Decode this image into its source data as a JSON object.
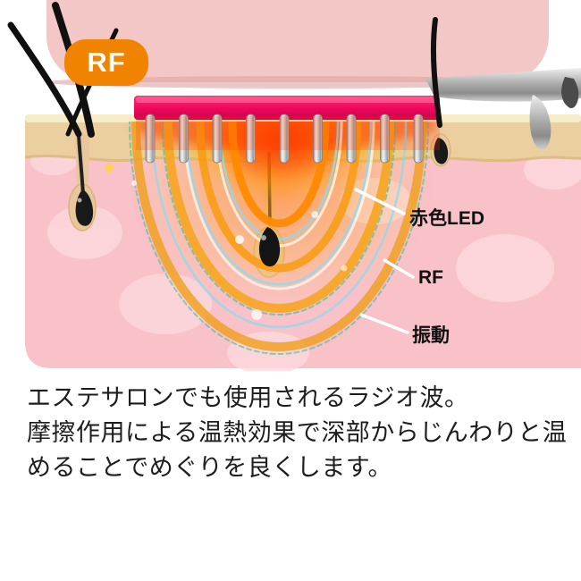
{
  "badge": {
    "label": "RF"
  },
  "callouts": {
    "red_led": "赤色LED",
    "rf": "RF",
    "vibration": "振動"
  },
  "description": {
    "line1": "エステサロンでも使用されるラジオ波。",
    "line2": "摩擦作用による温熱効果で深部からじんわりと温",
    "line3": "めることでめぐりを良くします。"
  },
  "colors": {
    "badge_orange": "#f08300",
    "head_bar_red": "#ef0a5e",
    "wave_orange": "#f6a51f",
    "wave_blue": "#8fd9ec",
    "wave_teal": "#49c2a2",
    "device_pink": "#f2c7c5",
    "epidermis_tan": "#ebcf9e",
    "dermis_pink": "#f9c1c8",
    "glow_red": "#ff4a00"
  }
}
